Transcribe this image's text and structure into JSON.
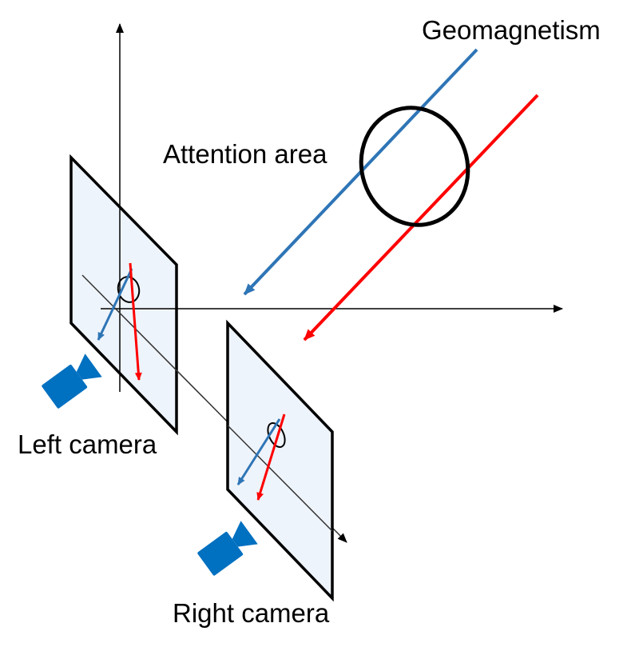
{
  "labels": {
    "geomagnetism": "Geomagnetism",
    "attention_area": "Attention area",
    "left_camera": "Left camera",
    "right_camera": "Right camera"
  },
  "colors": {
    "blue_vector": "#2E75B6",
    "red_vector": "#FF0000",
    "camera_icon": "#0070C0",
    "image_plane_fill": "#EEF4FB",
    "outline": "#000000"
  },
  "icons": [
    "video-camera-icon",
    "video-camera-icon"
  ]
}
